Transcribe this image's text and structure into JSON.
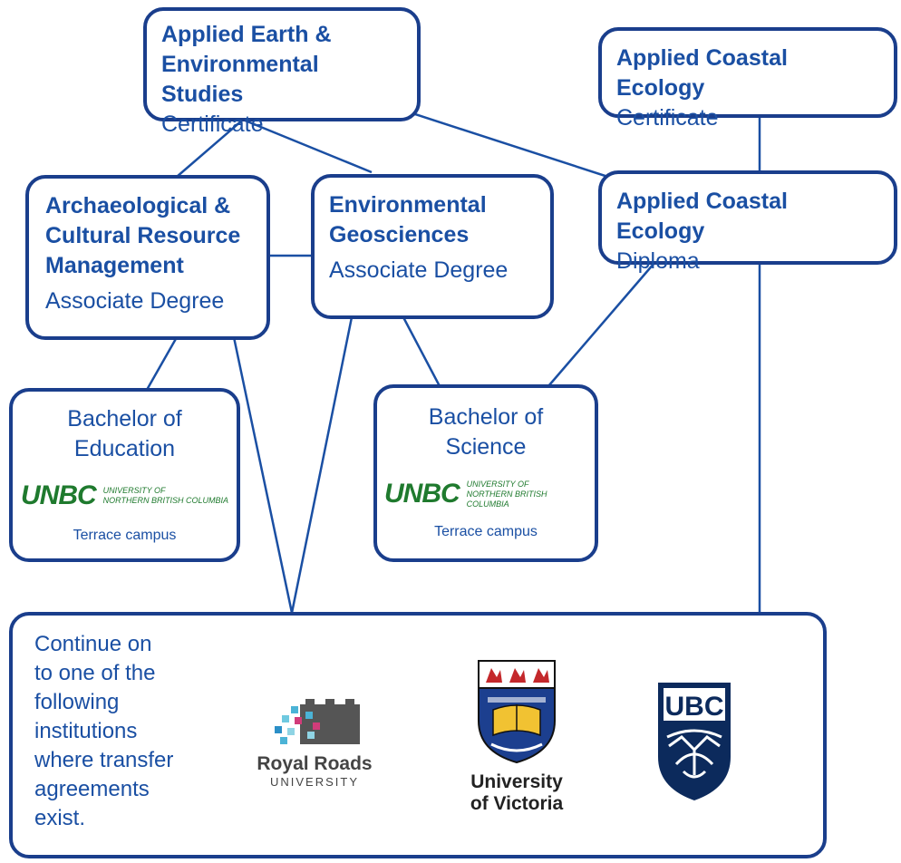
{
  "nodes": {
    "aes_cert": {
      "title": "Applied Earth & Environmental Studies",
      "title_line1": "Applied Earth &",
      "title_line2": "Environmental Studies",
      "credential": "Certificate"
    },
    "ace_cert": {
      "title": "Applied Coastal Ecology",
      "credential": "Certificate"
    },
    "acrm": {
      "title_line1": "Archaeological &",
      "title_line2": "Cultural Resource",
      "title_line3": "Management",
      "credential": "Associate Degree"
    },
    "envgeo": {
      "title_line1": "Environmental",
      "title_line2": "Geosciences",
      "credential": "Associate Degree"
    },
    "ace_dip": {
      "title": "Applied Coastal Ecology",
      "credential": "Diploma"
    },
    "bed": {
      "line1": "Bachelor of",
      "line2": "Education",
      "logo_mark": "UNBC",
      "logo_text1": "University of",
      "logo_text2": "Northern British Columbia",
      "campus": "Terrace campus"
    },
    "bsc": {
      "line1": "Bachelor of",
      "line2": "Science",
      "logo_mark": "UNBC",
      "logo_text1": "University of",
      "logo_text2": "Northern British Columbia",
      "campus": "Terrace campus"
    }
  },
  "continue": {
    "lines": [
      "Continue on",
      "to one of the",
      "following",
      "institutions",
      "where transfer",
      "agreements",
      "exist."
    ]
  },
  "institutions": {
    "royal_roads": {
      "name": "Royal Roads",
      "sub": "UNIVERSITY"
    },
    "uvic": {
      "line1": "University",
      "line2": "of Victoria"
    },
    "ubc": {
      "mark": "UBC"
    }
  },
  "colors": {
    "border": "#1a3e8c",
    "text": "#1a4fa3",
    "unbc": "#1f7a2e"
  }
}
